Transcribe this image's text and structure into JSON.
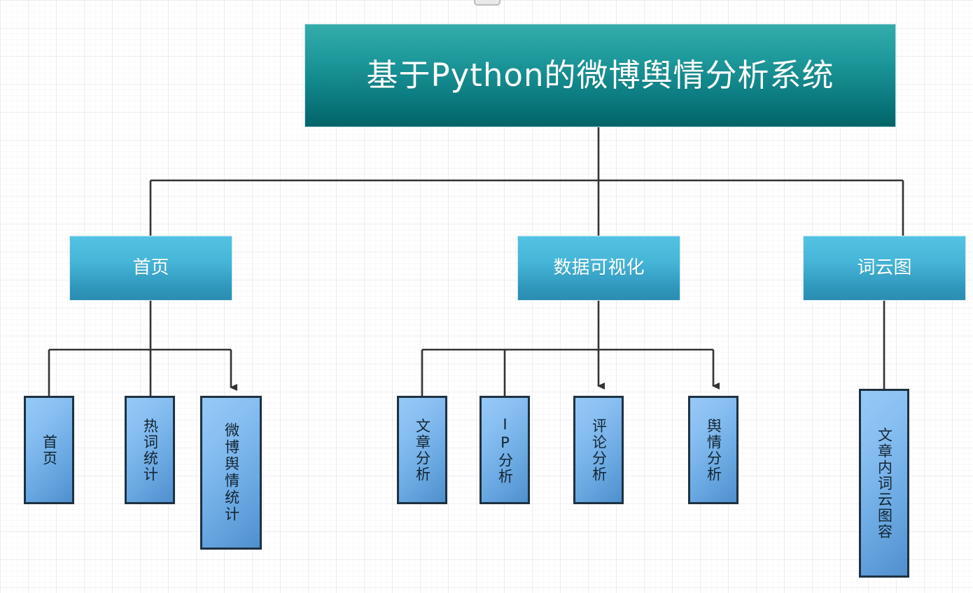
{
  "diagram": {
    "title_node": {
      "label": "基于Python的微博舆情分析系统",
      "color_top": "#35acac",
      "color_bottom": "#016468"
    },
    "level2": [
      {
        "label": "首页",
        "color_top": "#53c3e2",
        "color_bottom": "#2a8cb0"
      },
      {
        "label": "数据可视化",
        "color_top": "#53c3e2",
        "color_bottom": "#2a8cb0"
      },
      {
        "label": "词云图",
        "color_top": "#53c3e2",
        "color_bottom": "#2a8cb0"
      }
    ],
    "leaves": {
      "home": [
        {
          "label": "首页"
        },
        {
          "label": "热词统计"
        },
        {
          "label": "微博舆情统计"
        }
      ],
      "visualization": [
        {
          "label": "文章分析"
        },
        {
          "label": "IP分析"
        },
        {
          "label": "评论分析"
        },
        {
          "label": "舆情分析"
        }
      ],
      "wordcloud": [
        {
          "label": "文章内词云图容"
        }
      ]
    },
    "leaf_style": {
      "fill_light": "#96c9f5",
      "fill_dark": "#4f8fcd",
      "border": "#1d3141"
    },
    "connector_color": "#333333"
  }
}
